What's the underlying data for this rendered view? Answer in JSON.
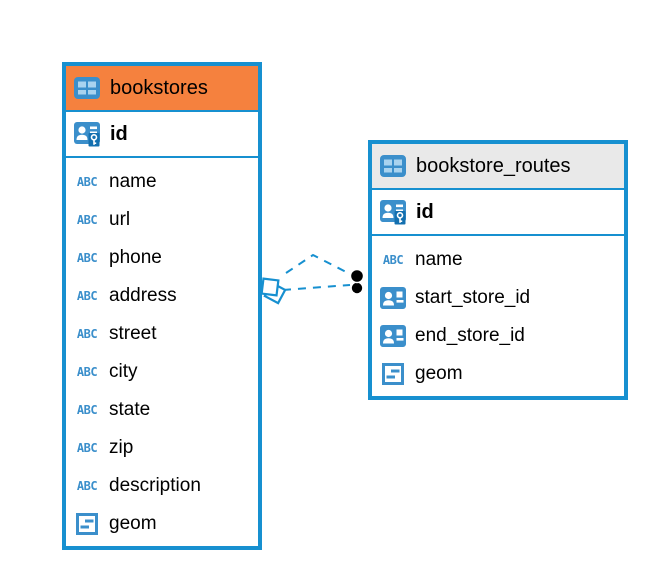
{
  "diagram": {
    "tables": [
      {
        "name": "bookstores",
        "header_color": "#F5813E",
        "primary_key": {
          "name": "id"
        },
        "fields": [
          {
            "name": "name",
            "type": "text"
          },
          {
            "name": "url",
            "type": "text"
          },
          {
            "name": "phone",
            "type": "text"
          },
          {
            "name": "address",
            "type": "text"
          },
          {
            "name": "street",
            "type": "text"
          },
          {
            "name": "city",
            "type": "text"
          },
          {
            "name": "state",
            "type": "text"
          },
          {
            "name": "zip",
            "type": "text"
          },
          {
            "name": "description",
            "type": "text"
          },
          {
            "name": "geom",
            "type": "geometry"
          }
        ]
      },
      {
        "name": "bookstore_routes",
        "header_color": "#E9E9E9",
        "primary_key": {
          "name": "id"
        },
        "fields": [
          {
            "name": "name",
            "type": "text"
          },
          {
            "name": "start_store_id",
            "type": "reference"
          },
          {
            "name": "end_store_id",
            "type": "reference"
          },
          {
            "name": "geom",
            "type": "geometry"
          }
        ]
      }
    ],
    "relationship": {
      "from_table": "bookstore_routes",
      "to_table": "bookstores",
      "line_style": "dashed",
      "count": 2
    },
    "icons": {
      "text_glyph": "ABC",
      "table": "table-grid-icon",
      "primary_key": "person-key-icon",
      "reference": "person-card-icon",
      "geometry": "geometry-box-icon"
    },
    "colors": {
      "table_border": "#1790D0",
      "relationship_line": "#1790D0",
      "header_orange": "#F5813E",
      "header_gray": "#E9E9E9",
      "icon_blue": "#3B8FCB",
      "icon_cell_blue": "#A9D3EF",
      "pk_badge_blue": "#1470B0",
      "endpoint_dot": "#000000",
      "text": "#000000",
      "background": "#FFFFFF"
    }
  }
}
